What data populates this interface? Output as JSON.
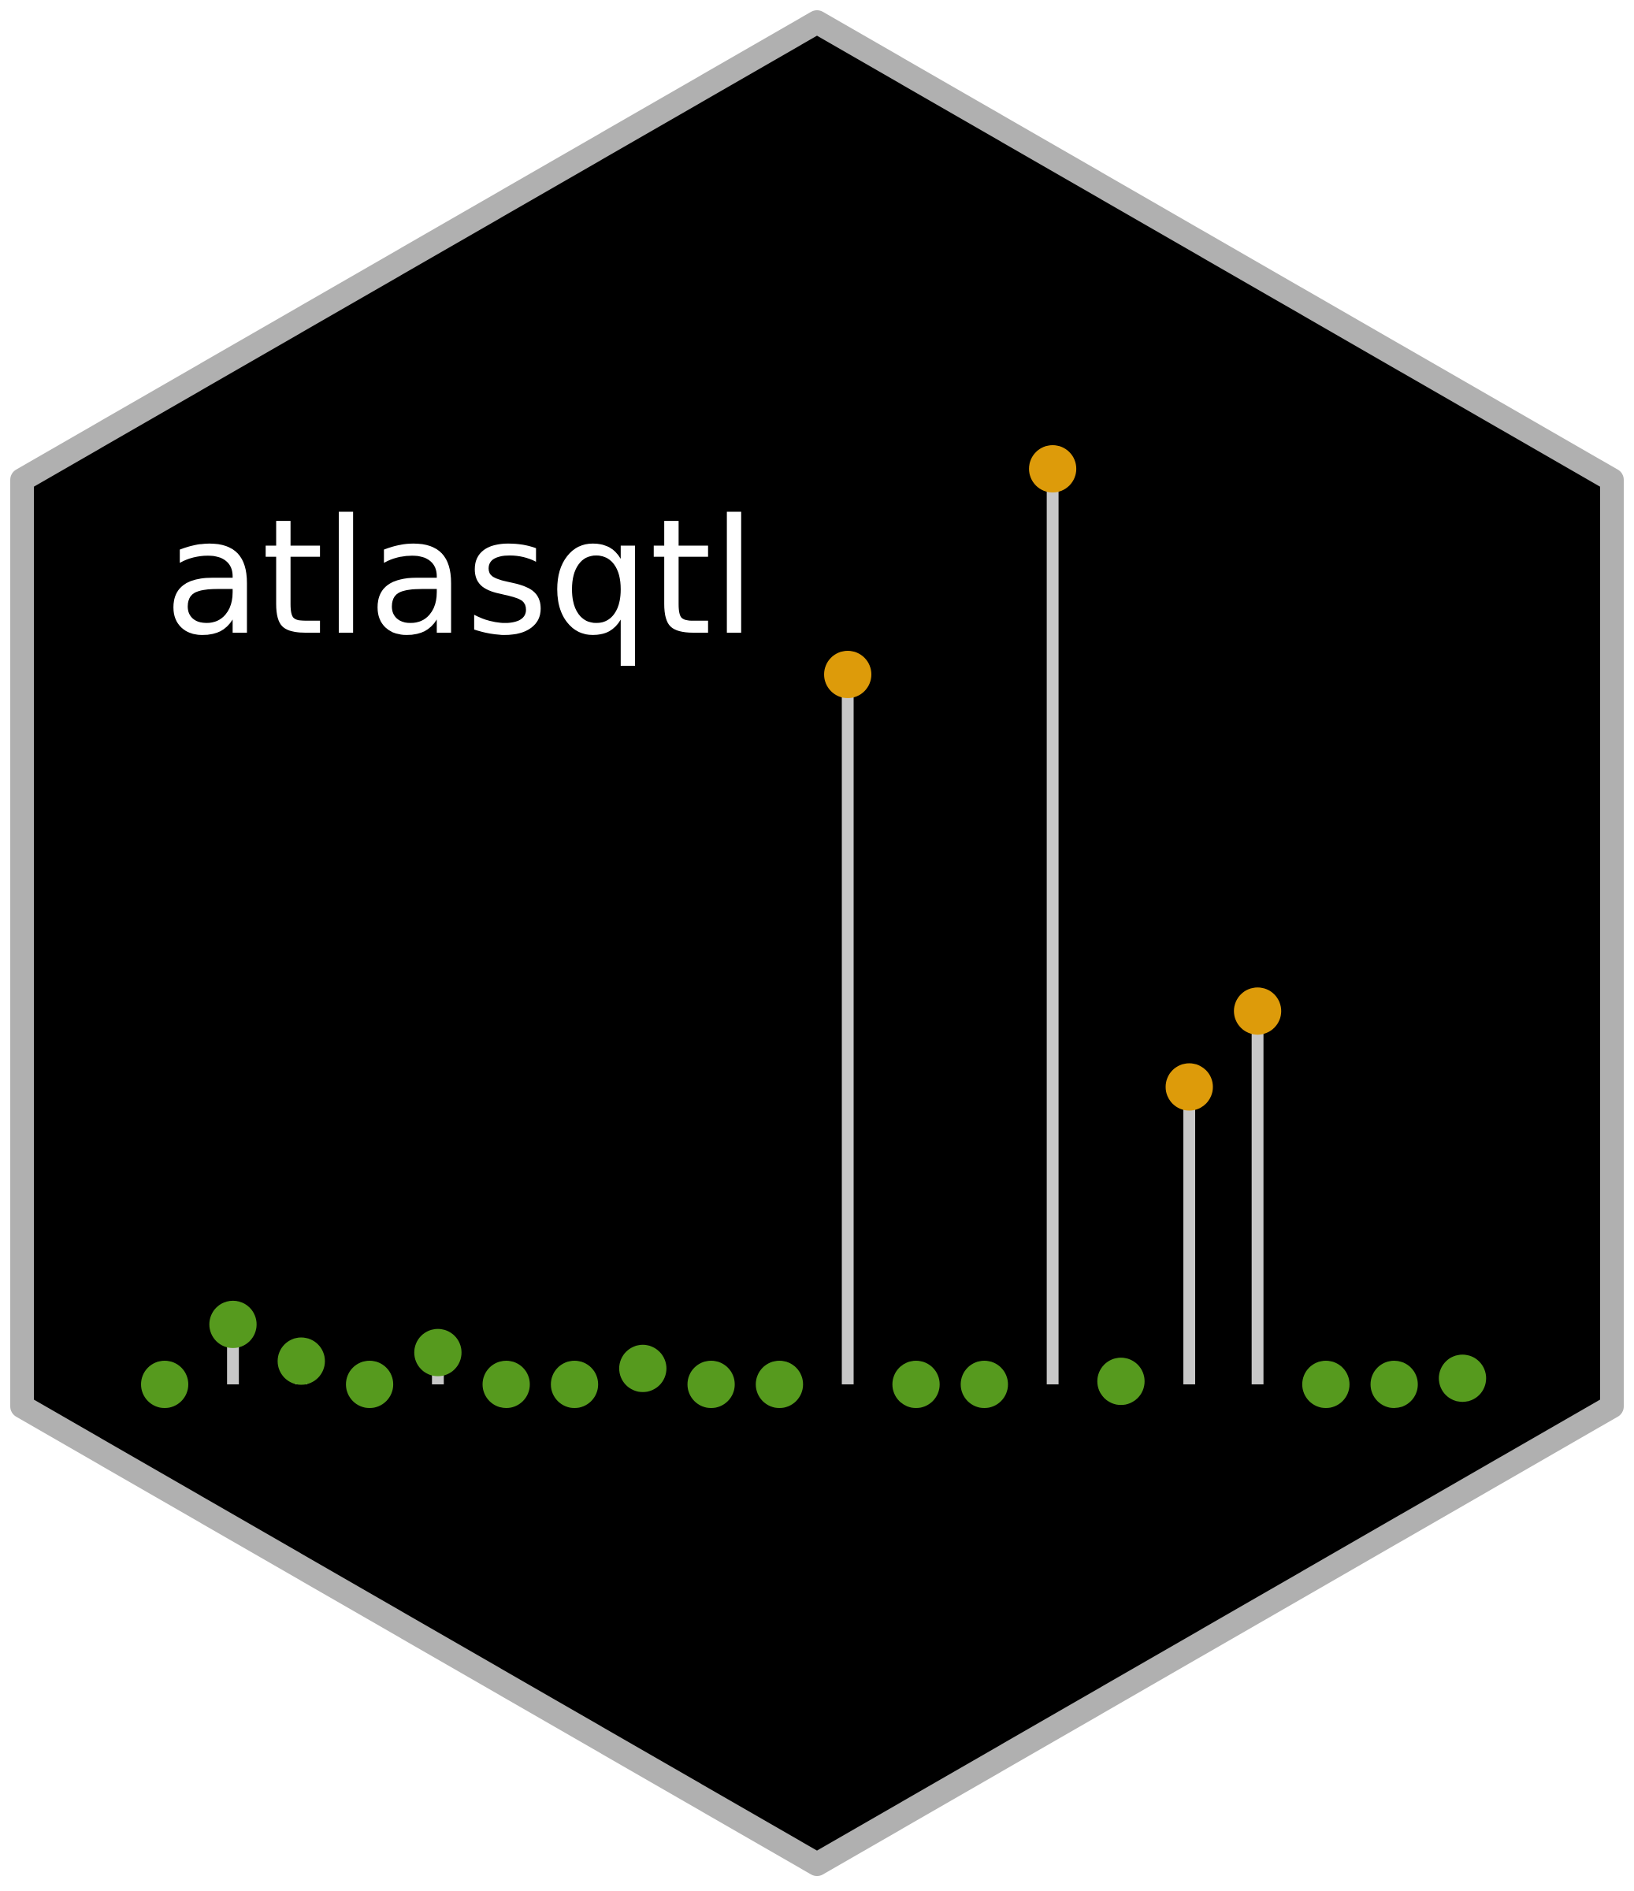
{
  "sticker": {
    "title": "atlasqtl",
    "colors": {
      "background": "#ffffff",
      "hex_fill": "#000000",
      "hex_border": "#b0b0b0",
      "stem": "#c8c8c8",
      "minor_point": "#569a1e",
      "major_point": "#dd9b0a",
      "title_text": "#ffffff"
    }
  },
  "chart_data": {
    "type": "lollipop",
    "title": "",
    "xlabel": "",
    "ylabel": "",
    "grid": false,
    "legend": "none",
    "x": [
      1,
      2,
      3,
      4,
      5,
      6,
      7,
      8,
      9,
      10,
      11,
      12,
      13,
      14,
      15,
      16,
      17,
      18,
      19,
      20
    ],
    "values": [
      0,
      98,
      38,
      0,
      52,
      0,
      0,
      26,
      0,
      0,
      1160,
      0,
      0,
      1496,
      5,
      486,
      610,
      0,
      0,
      10
    ],
    "highlight": [
      false,
      false,
      false,
      false,
      false,
      false,
      false,
      false,
      false,
      false,
      true,
      false,
      false,
      true,
      false,
      true,
      true,
      false,
      false,
      false
    ],
    "ylim": [
      0,
      1496
    ]
  }
}
